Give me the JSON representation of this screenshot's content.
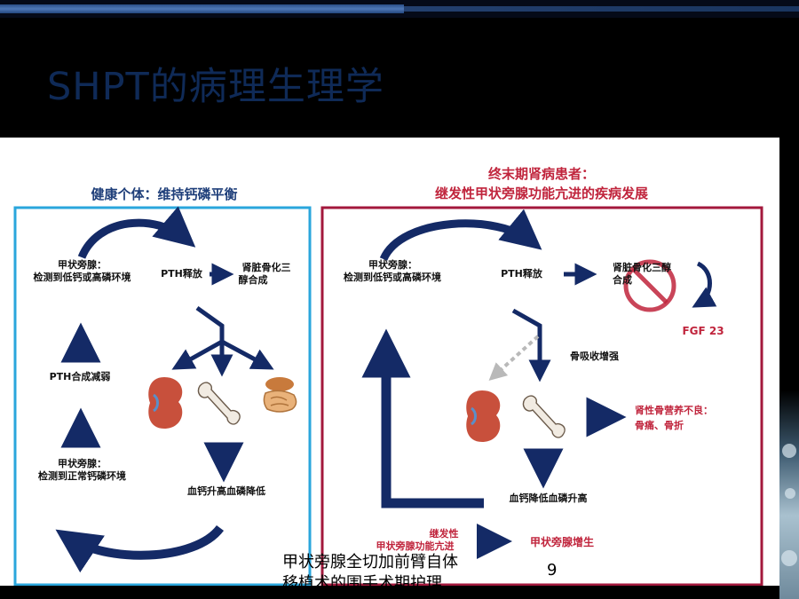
{
  "slide": {
    "title": "SHPT的病理生理学",
    "caption_line1": "甲状旁腺全切加前臂自体",
    "caption_line2": "移植术的围手术期护理",
    "page_number": "9"
  },
  "left_panel": {
    "title": "健康个体：维持钙磷平衡",
    "border_color": "#2aa6dc",
    "node_top_line1": "甲状旁腺：",
    "node_top_line2": "检测到低钙或高磷环境",
    "pth_release": "PTH释放",
    "kidney_synth_line1": "肾脏骨化三",
    "kidney_synth_line2": "醇合成",
    "pth_reduce": "PTH合成减弱",
    "node_bottom_line1": "甲状旁腺：",
    "node_bottom_line2": "检测到正常钙磷环境",
    "blood_result": "血钙升高血磷降低"
  },
  "right_panel": {
    "title_line1": "终末期肾病患者：",
    "title_line2": "继发性甲状旁腺功能亢进的疾病发展",
    "border_color": "#a3183c",
    "node_top_line1": "甲状旁腺：",
    "node_top_line2": "检测到低钙或高磷环境",
    "pth_release": "PTH释放",
    "kidney_synth_line1": "肾脏骨化三醇",
    "kidney_synth_line2": "合成",
    "fgf": "FGF 23",
    "bone_resorption": "骨吸收增强",
    "renal_osteo_line1": "肾性骨营养不良：",
    "renal_osteo_line2": "骨痛、骨折",
    "blood_result": "血钙降低血磷升高",
    "secondary_line1": "继发性",
    "secondary_line2": "甲状旁腺功能亢进",
    "hyperplasia": "甲状旁腺增生"
  },
  "colors": {
    "arrow_navy": "#142a66",
    "accent_red": "#c0243c",
    "dark_red_arrow": "#8a1230",
    "gray_dashed": "#b9b9b9"
  },
  "icons": [
    "kidney-icon",
    "bone-icon",
    "intestine-icon",
    "no-sign-icon"
  ]
}
